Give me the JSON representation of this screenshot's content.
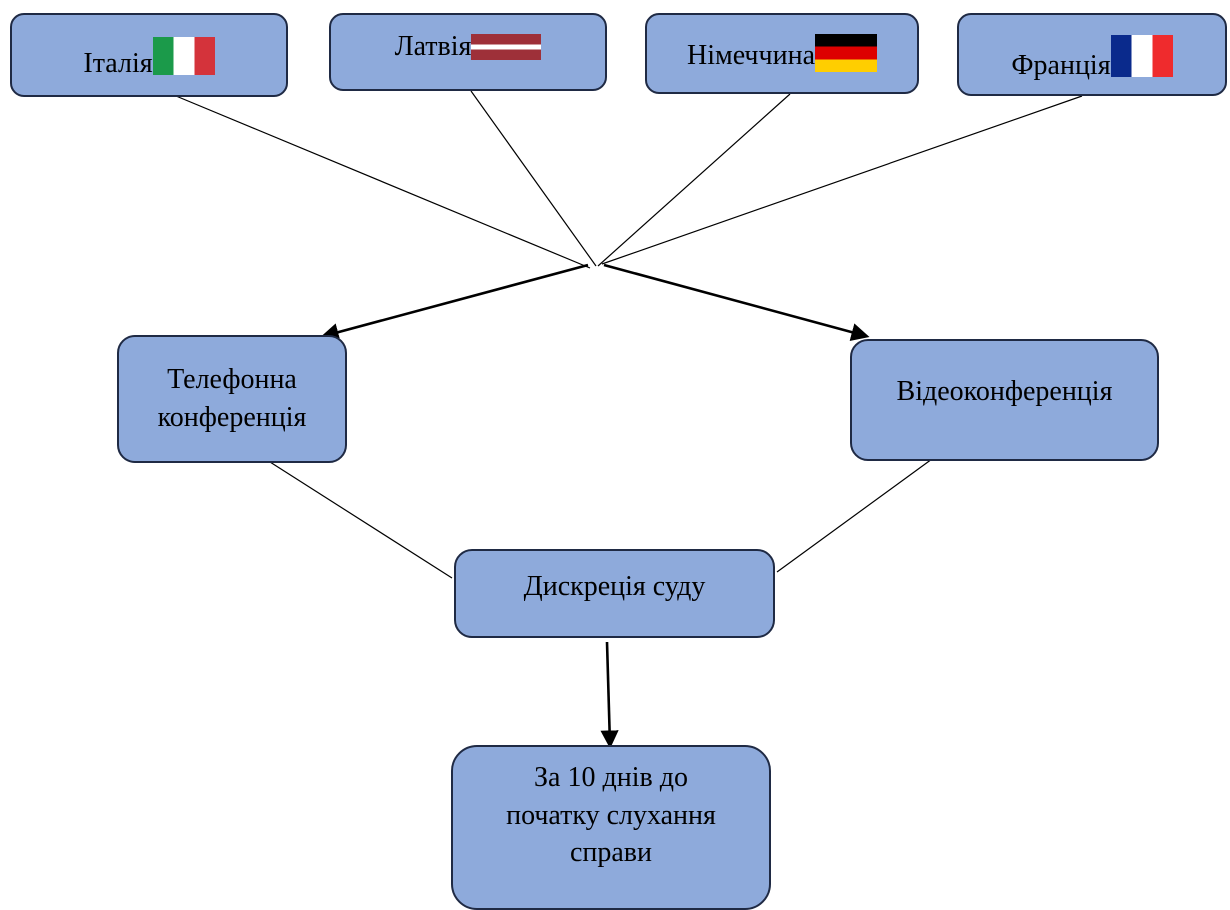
{
  "countries": [
    {
      "name": "Італія",
      "flag": "flag-italy-icon",
      "colors": [
        "#1b9a4a",
        "#ffffff",
        "#d4333b"
      ]
    },
    {
      "name": "Латвія",
      "flag": "flag-latvia-icon",
      "colors": [
        "#9e3039",
        "#ffffff",
        "#9e3039"
      ]
    },
    {
      "name": "Німеччина",
      "flag": "flag-germany-icon",
      "colors": [
        "#000000",
        "#dd0000",
        "#ffce00"
      ]
    },
    {
      "name": "Франція",
      "flag": "flag-france-icon",
      "colors": [
        "#0a2a8c",
        "#ffffff",
        "#ef2b2d"
      ]
    }
  ],
  "nodes": {
    "phone": {
      "line1": "Телефонна",
      "line2": "конференція"
    },
    "video": {
      "label": "Відеоконференція"
    },
    "discretion": {
      "label": "Дискреція суду"
    },
    "deadline": {
      "line1": "За 10 днів до",
      "line2": "початку слухання",
      "line3": "справи"
    }
  },
  "style": {
    "box_fill": "#8eaadb",
    "box_border": "#1f2a44",
    "line_color": "#000000"
  }
}
